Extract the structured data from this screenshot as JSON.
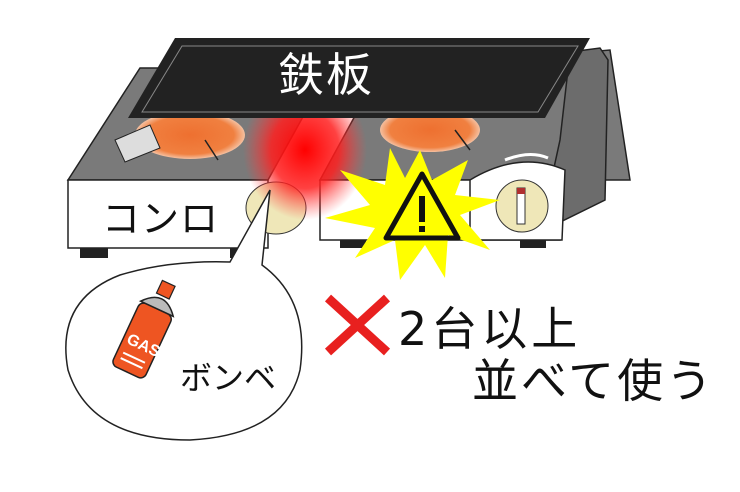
{
  "illustration": {
    "iron_plate": {
      "label": "鉄板",
      "color": "#222222"
    },
    "stove": {
      "label": "コンロ",
      "count": 2,
      "body_color": "#808080",
      "burner_color": "#ee7733"
    },
    "gas_canister": {
      "label": "ボンベ",
      "can_text": "GAS",
      "color": "#ee5522"
    },
    "heat_glow": {
      "color": "#ff1a1a"
    },
    "warning_burst": {
      "color": "#ffff00",
      "icon": "warning-triangle-icon"
    },
    "prohibition": {
      "mark": "x-mark-icon",
      "color": "#e8201f",
      "line1": "2台以上",
      "line2": "並べて使う"
    }
  }
}
